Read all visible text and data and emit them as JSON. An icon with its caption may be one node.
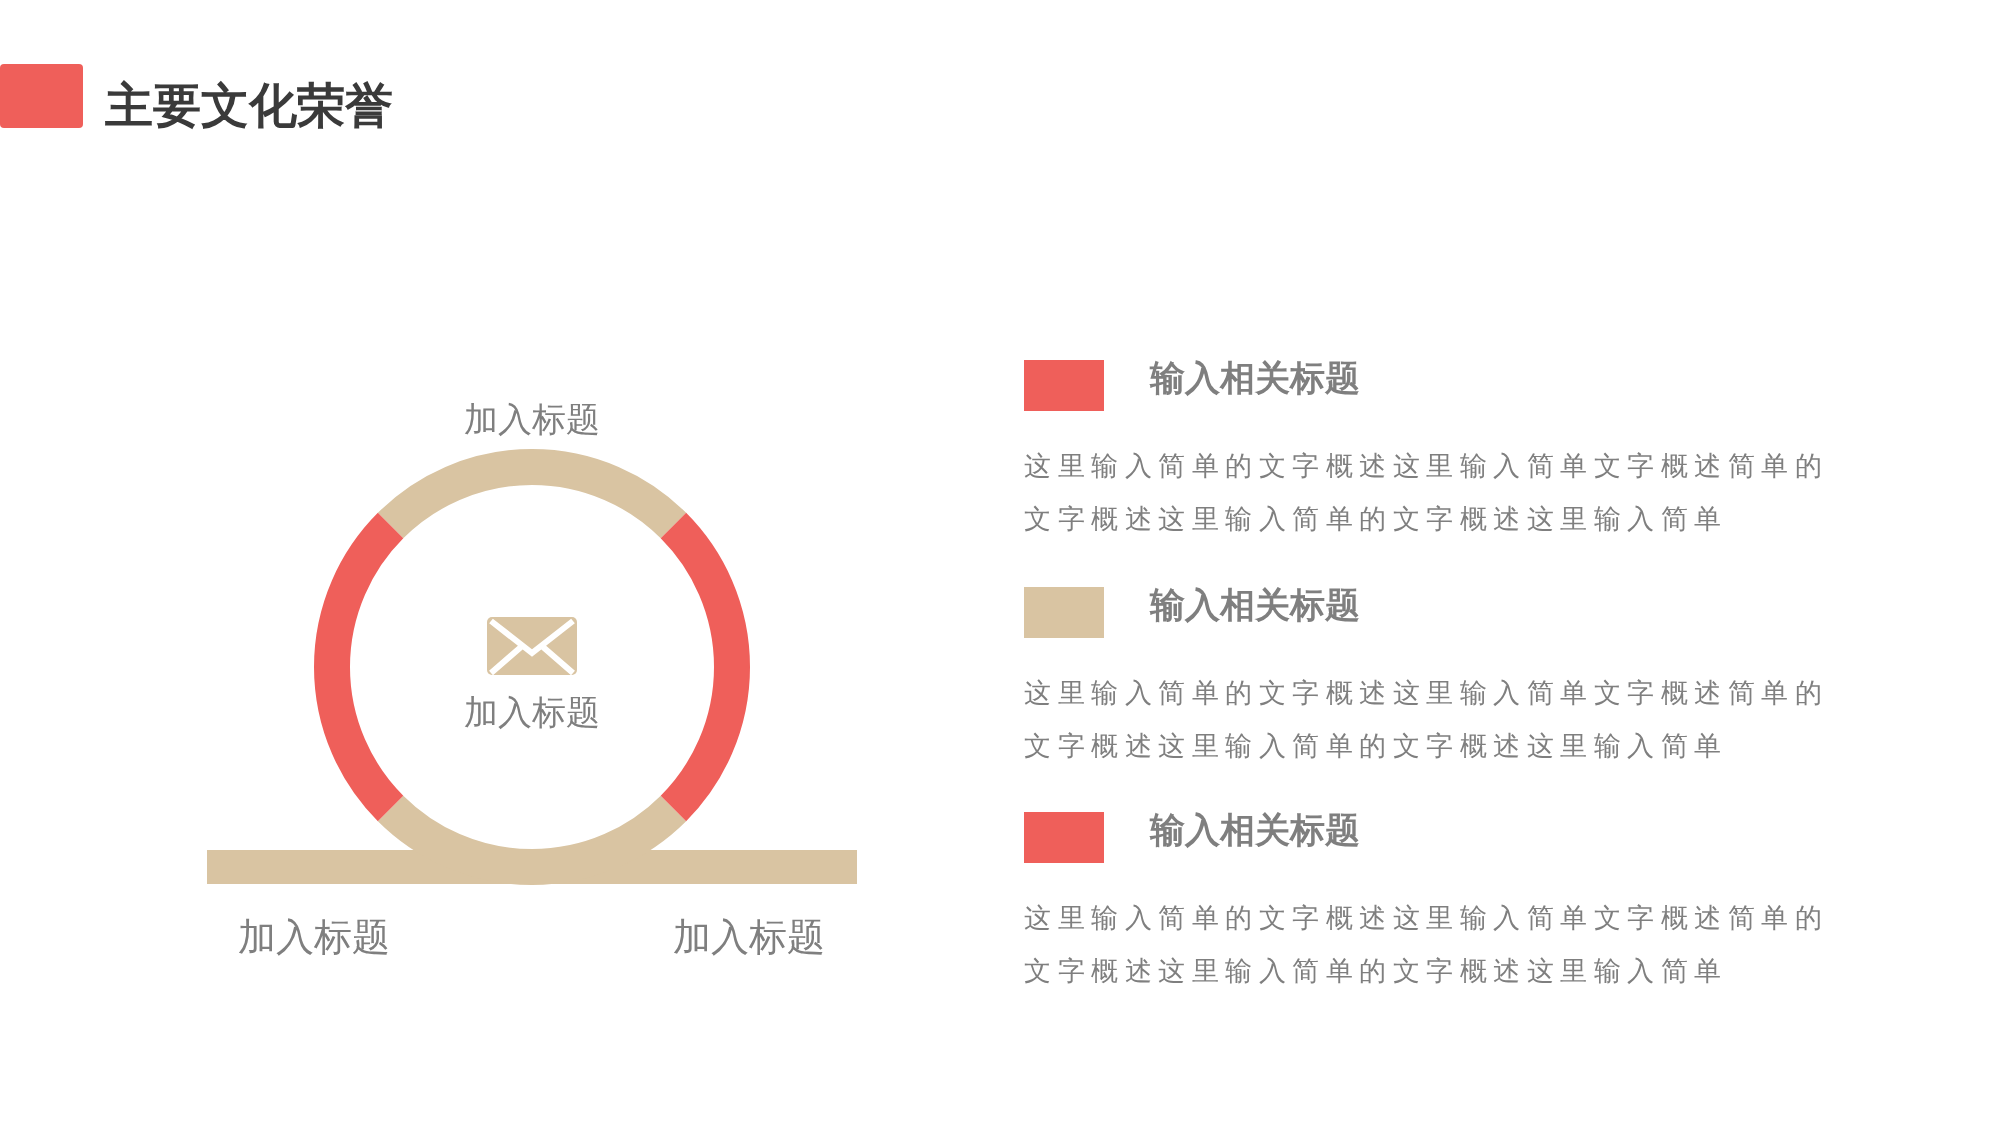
{
  "diagram": {
    "title": "主要文化荣誉",
    "nodes": [
      {
        "text": [
          "加入标题"
        ]
      }
    ],
    "labels": [
      "加入标题",
      "加入标题",
      "加入标题",
      "这里输入简单的文字概述这里输入简单文字概述简单的文字概述这里输入简单的文字概述这里输入简单",
      "这里输入简单的文字概述这里输入简单文字概述简单的文字概述这里输入简单的文字概述这里输入简单",
      "这里输入简单的文字概述这里输入简单文字概述简单的文字概述这里输入简单的文字概述这里输入简单"
    ],
    "legend": [
      {
        "text": "输入相关标题",
        "color": "#ef5f5a"
      },
      {
        "text": "输入相关标题",
        "color": "#d9c4a2"
      },
      {
        "text": "输入相关标题",
        "color": "#ef5f5a"
      }
    ]
  }
}
